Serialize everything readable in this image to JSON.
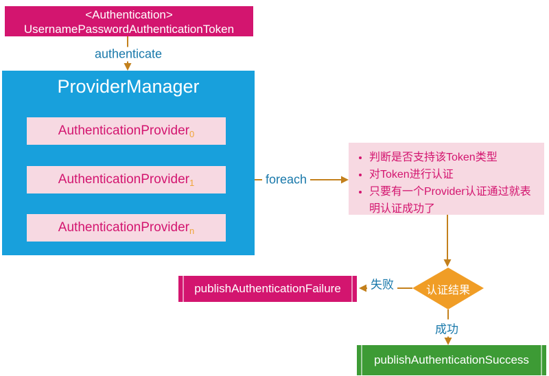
{
  "token_box": {
    "stereotype": "<Authentication>",
    "class_name": "UsernamePasswordAuthenticationToken"
  },
  "provider_manager": {
    "title": "ProviderManager",
    "providers": [
      {
        "label": "AuthenticationProvider",
        "sub": "0"
      },
      {
        "label": "AuthenticationProvider",
        "sub": "1"
      },
      {
        "label": "AuthenticationProvider",
        "sub": "n"
      }
    ]
  },
  "edges": {
    "authenticate": "authenticate",
    "foreach": "foreach",
    "fail": "失败",
    "success": "成功"
  },
  "notes": {
    "items": [
      "判断是否支持该Token类型",
      "对Token进行认证",
      "只要有一个Provider认证通过就表明认证成功了"
    ]
  },
  "decision": {
    "label": "认证结果"
  },
  "failure_box": {
    "label": "publishAuthenticationFailure"
  },
  "success_box": {
    "label": "publishAuthenticationSuccess"
  },
  "colors": {
    "magenta": "#D3156F",
    "blue": "#18A0DC",
    "light_pink": "#F7D9E2",
    "orange_fill": "#F09D26",
    "orange_line": "#C3801C",
    "subscript_orange": "#EFA538",
    "label_blue": "#1878AA",
    "green": "#3D9B35"
  }
}
